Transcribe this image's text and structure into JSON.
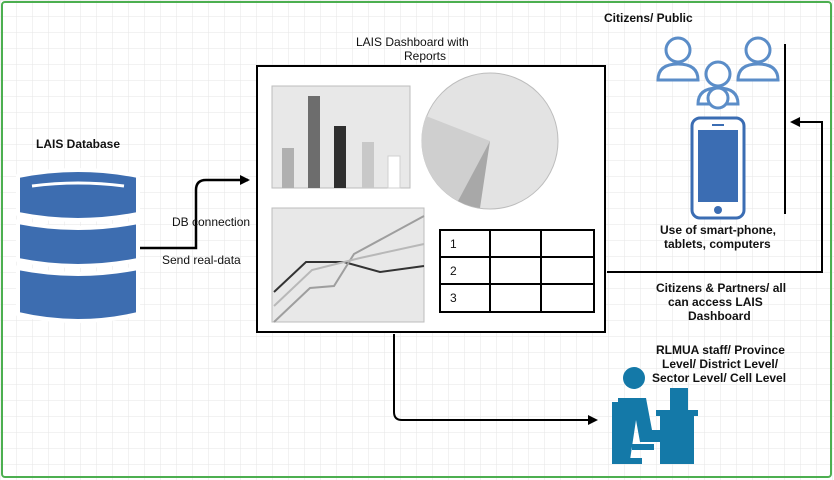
{
  "database": {
    "title": "LAIS Database"
  },
  "connection": {
    "label_top": "DB connection",
    "label_bottom": "Send real-data"
  },
  "dashboard": {
    "title_line1": "LAIS Dashboard with",
    "title_line2": "Reports",
    "table_rows": [
      "1",
      "2",
      "3"
    ]
  },
  "citizens": {
    "title": "Citizens/ Public",
    "devices_line1": "Use of smart-phone,",
    "devices_line2": "tablets, computers",
    "access_line1": "Citizens & Partners/ all",
    "access_line2": "can access LAIS",
    "access_line3": "Dashboard"
  },
  "staff": {
    "line1": "RLMUA staff/ Province",
    "line2": "Level/ District Level/",
    "line3": "Sector Level/ Cell Level"
  },
  "colors": {
    "database_blue": "#3d6db0",
    "staff_blue": "#1479a8",
    "phone_screen": "#3b6db3",
    "people_blue": "#5b8dc8"
  }
}
